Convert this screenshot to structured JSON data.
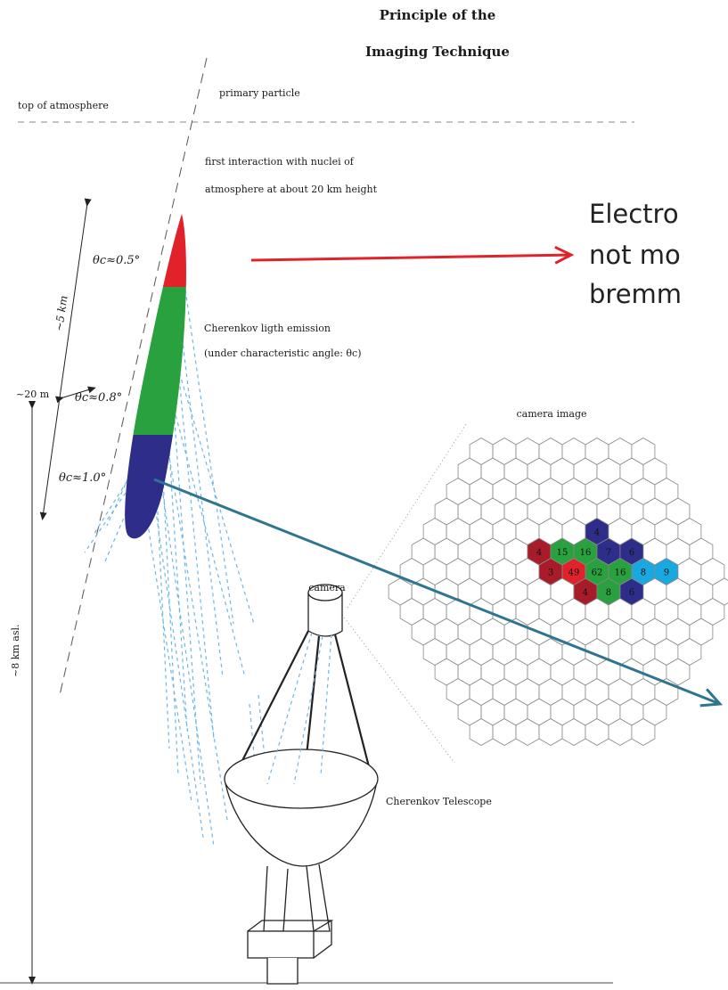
{
  "title": {
    "line1": "Principle of the",
    "line2": "Imaging Technique",
    "color": "#2e9e3c"
  },
  "labels": {
    "top_of_atmosphere": "top of atmosphere",
    "primary_particle": "primary particle",
    "first_interaction_1": "first interaction with nuclei of",
    "first_interaction_2": "atmosphere at about 20 km height",
    "shower_length": "~5 km",
    "shower_width": "~20 m",
    "theta_05": "θc≈0.5°",
    "theta_08": "θc≈0.8°",
    "theta_10": "θc≈1.0°",
    "cherenkov_emission_1": "Cherenkov ligth emission",
    "cherenkov_emission_2": "(under characteristic angle: θc)",
    "altitude": "~8 km asl.",
    "camera": "camera",
    "camera_image": "camera image",
    "cherenkov_telescope": "Cherenkov Telescope"
  },
  "side_text": {
    "line1": "Electro",
    "line2": "not mo",
    "line3": "bremm"
  },
  "pixels": [
    {
      "value": "4",
      "color": "#2e2e8a"
    },
    {
      "value": "4",
      "color": "#a81c2a"
    },
    {
      "value": "15",
      "color": "#2aa13f"
    },
    {
      "value": "16",
      "color": "#2aa13f"
    },
    {
      "value": "7",
      "color": "#2e2e8a"
    },
    {
      "value": "6",
      "color": "#2e2e8a"
    },
    {
      "value": "3",
      "color": "#a81c2a"
    },
    {
      "value": "49",
      "color": "#e0232a"
    },
    {
      "value": "62",
      "color": "#2aa13f"
    },
    {
      "value": "16",
      "color": "#2aa13f"
    },
    {
      "value": "8",
      "color": "#19a8e0"
    },
    {
      "value": "9",
      "color": "#19a8e0"
    },
    {
      "value": "4",
      "color": "#a81c2a"
    },
    {
      "value": "8",
      "color": "#2aa13f"
    },
    {
      "value": "6",
      "color": "#2e2e8a"
    }
  ],
  "colors": {
    "shower_top": "#e0232a",
    "shower_middle": "#2aa13f",
    "shower_bottom": "#2e2e8a",
    "red_arrow": "#e0232a",
    "teal_arrow": "#2f7590",
    "light_rays": "#6fb6e8"
  }
}
